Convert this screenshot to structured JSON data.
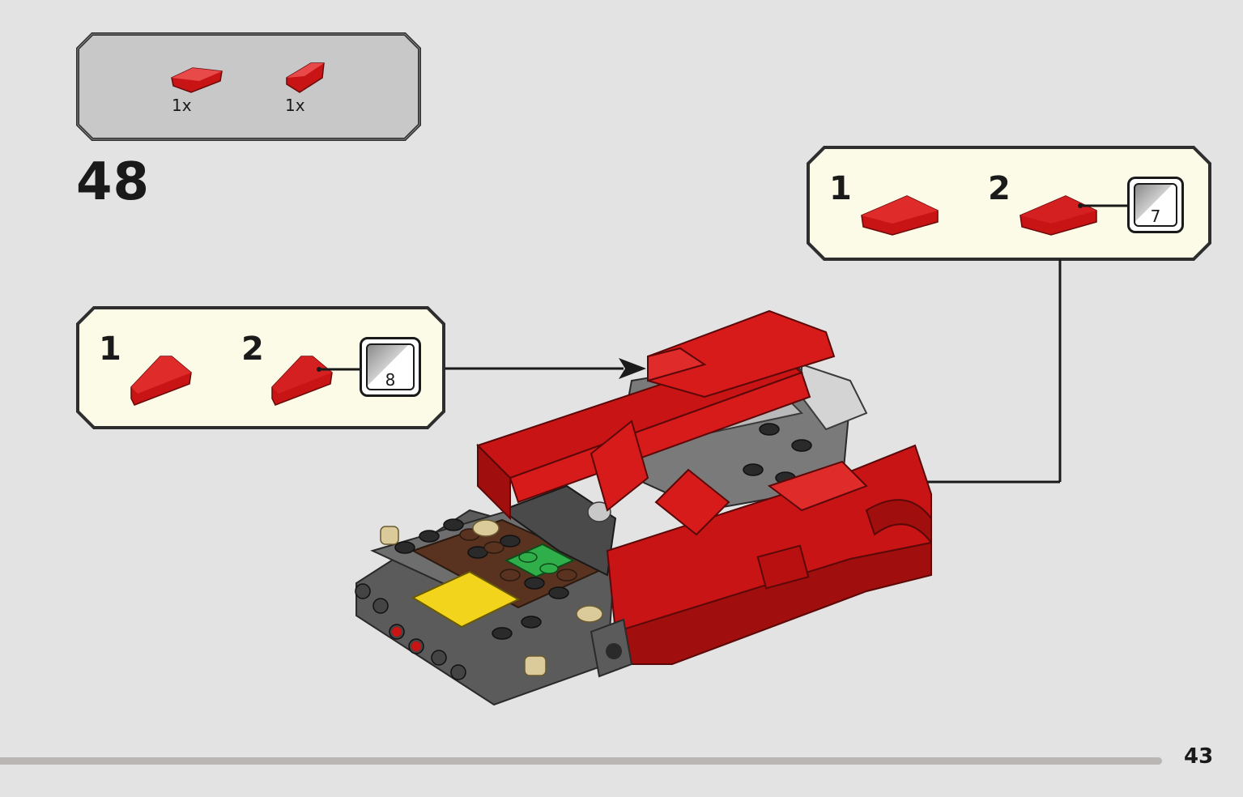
{
  "parts_list": {
    "items": [
      {
        "icon": "red-slope-tile-icon",
        "quantity": "1x"
      },
      {
        "icon": "red-wedge-tile-icon",
        "quantity": "1x"
      }
    ]
  },
  "step": {
    "number": "48"
  },
  "callout_right": {
    "substep_1": "1",
    "substep_2": "2",
    "sticker_number": "7"
  },
  "callout_left": {
    "substep_1": "1",
    "substep_2": "2",
    "sticker_number": "8"
  },
  "page": {
    "number": "43"
  },
  "colors": {
    "background": "#e3e3e3",
    "parts_panel": "#c8c8c8",
    "callout_panel": "#fbfbe7",
    "brick_red": "#d71a1a",
    "dark_gray": "#5b5b5b",
    "light_gray": "#a5a5a5",
    "brown": "#5a3220",
    "yellow": "#f2d41c",
    "green": "#2fae4a"
  }
}
